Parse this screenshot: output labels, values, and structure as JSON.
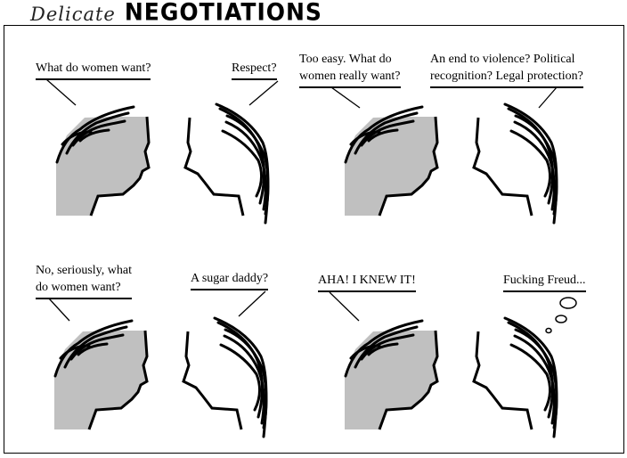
{
  "title": {
    "script": "Delicate",
    "main": "NEGOTIATIONS"
  },
  "panels": [
    {
      "left_line": "What do women want?",
      "right_line": "Respect?"
    },
    {
      "left_line_1": "Too easy. What do",
      "left_line_2": "women really want?",
      "right_line_1": "An end to violence? Political",
      "right_line_2": "recognition? Legal protection?"
    },
    {
      "left_line_1": "No, seriously, what",
      "left_line_2": "do women want?",
      "right_line": "A sugar daddy?"
    },
    {
      "left_line": "AHA! I KNEW IT!",
      "right_line": "Fucking Freud..."
    }
  ],
  "colors": {
    "hair_fill": "#c0c0c0",
    "ink": "#000000"
  }
}
